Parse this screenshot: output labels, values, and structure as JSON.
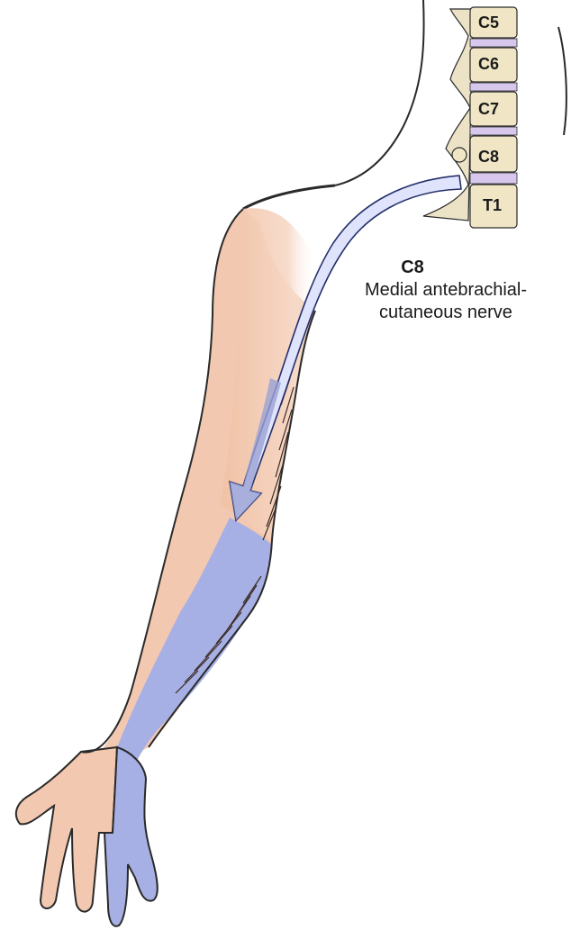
{
  "vertebrae": [
    {
      "label": "C5"
    },
    {
      "label": "C6"
    },
    {
      "label": "C7"
    },
    {
      "label": "C8"
    },
    {
      "label": "T1"
    }
  ],
  "annotation": {
    "segment": "C8",
    "nerve_line1": "Medial antebrachial-",
    "nerve_line2": "cutaneous nerve"
  },
  "colors": {
    "skin": "#f3c8b0",
    "dermatome": "#a7b0e4",
    "nerve": "#dfe3fb",
    "bone": "#f0e6c6",
    "disc": "#d7c7ec",
    "outline": "#2a2a2a"
  }
}
